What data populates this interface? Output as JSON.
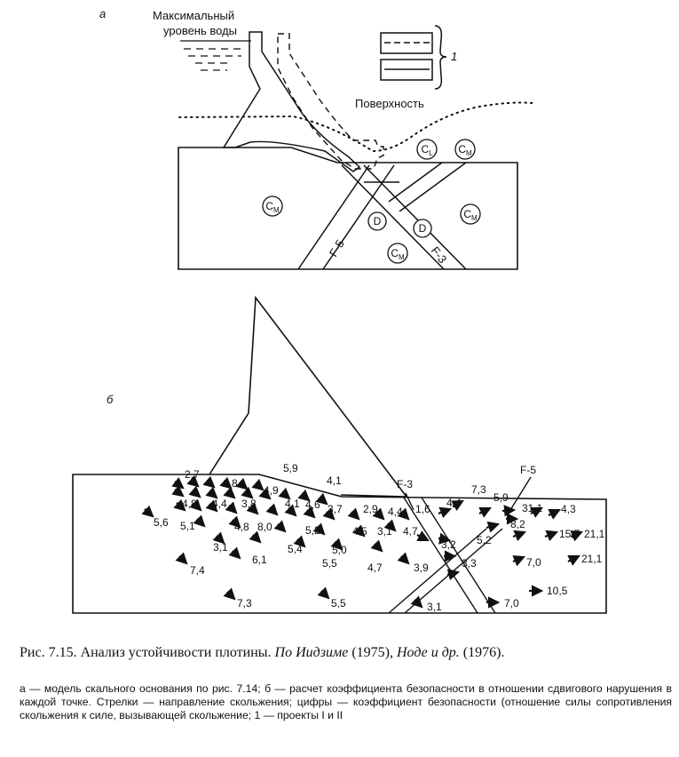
{
  "panel_a": {
    "letter": "а",
    "water_label_1": "Максимальный",
    "water_label_2": "уровень воды",
    "surface_label": "Поверхность",
    "legend_number": "1",
    "zones": {
      "cm_left": "C_M",
      "cm_top": "C_M",
      "cm_right": "C_M",
      "cm_bottom": "C_M",
      "cl": "C_L",
      "d_left": "D",
      "d_right": "D"
    },
    "faults": {
      "f5": "F-5",
      "f3": "F-3"
    }
  },
  "panel_b": {
    "letter": "б",
    "fault_f3": "F-3",
    "fault_f5": "F-5",
    "safety_factors": [
      "2,7",
      "1,8",
      "5,9",
      "4,1",
      "4,9",
      "4,8",
      "4,4",
      "3,8",
      "4,1",
      "4,6",
      "3,7",
      "2,9",
      "4,4",
      "1,6",
      "4,4",
      "7,3",
      "5,9",
      "5,6",
      "5,1",
      "4,8",
      "8,0",
      "5,2",
      "4,5",
      "3,1",
      "4,7",
      "31,1",
      "4,3",
      "8,2",
      "15,7",
      "3,2",
      "5,2",
      "3,1",
      "6,1",
      "5,4",
      "5,0",
      "21,1",
      "21,1",
      "5,5",
      "4,7",
      "3,9",
      "3,3",
      "7,0",
      "7,4",
      "10,5",
      "7,3",
      "5,5",
      "3,1",
      "7,0"
    ]
  },
  "caption": {
    "prefix": "Рис. 7.15. Анализ устойчивости плотины. ",
    "source_1": "По Иидзиме",
    "year_1": " (1975), ",
    "source_2": "Ноде и др.",
    "year_2": " (1976).",
    "note": "а — модель скального основания по рис. 7.14; б — расчет коэффициента безопасности в отношении сдвигового нарушения в каждой точке. Стрелки — направление скольжения; цифры — коэффициент безопасности (отношение силы сопротивления скольжения к силе, вызывающей скольжение; 1 — проекты I и II"
  }
}
